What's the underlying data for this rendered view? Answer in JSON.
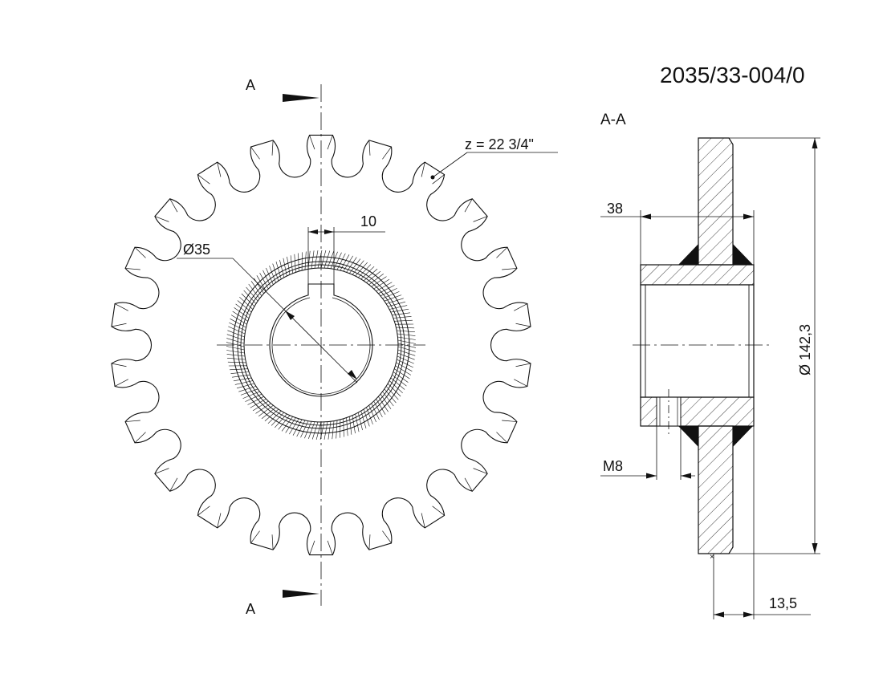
{
  "drawing": {
    "part_number": "2035/33-004/0",
    "section_label": "A-A",
    "cut_label_top": "A",
    "cut_label_bottom": "A",
    "teeth_label": "z = 22  3/4\"",
    "keyway_width": "10",
    "bore_diameter": "Ø35",
    "hub_length": "38",
    "outer_diameter": "Ø 142,3",
    "set_screw": "M8",
    "plate_width": "13,5"
  },
  "sprocket": {
    "teeth": 22
  },
  "colors": {
    "line": "#111111",
    "background": "#ffffff"
  }
}
